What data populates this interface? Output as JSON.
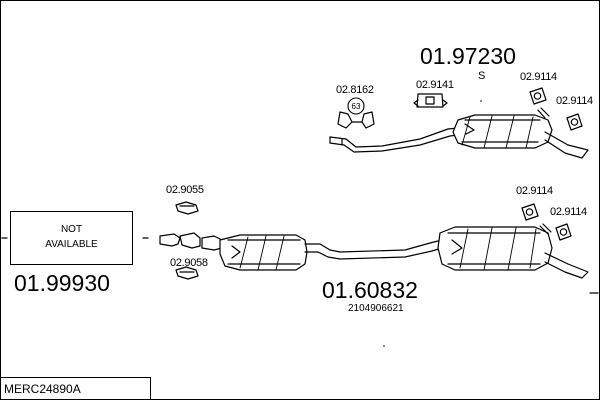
{
  "diagram": {
    "front_section": {
      "availability_line1": "NOT",
      "availability_line2": "AVAILABLE",
      "part_number": "01.99930"
    },
    "rear_silencer": {
      "part_number": "01.97230",
      "variant": "S"
    },
    "middle_silencer": {
      "part_number": "01.60832",
      "oem_number": "2104906621"
    },
    "mounting_parts": [
      {
        "id": "02.8162",
        "badge": "63"
      },
      {
        "id": "02.9141"
      },
      {
        "id": "02.9114"
      },
      {
        "id": "02.9114"
      },
      {
        "id": "02.9055"
      },
      {
        "id": "02.9058"
      },
      {
        "id": "02.9114"
      },
      {
        "id": "02.9114"
      }
    ],
    "reference_code": "MERC24890A"
  }
}
